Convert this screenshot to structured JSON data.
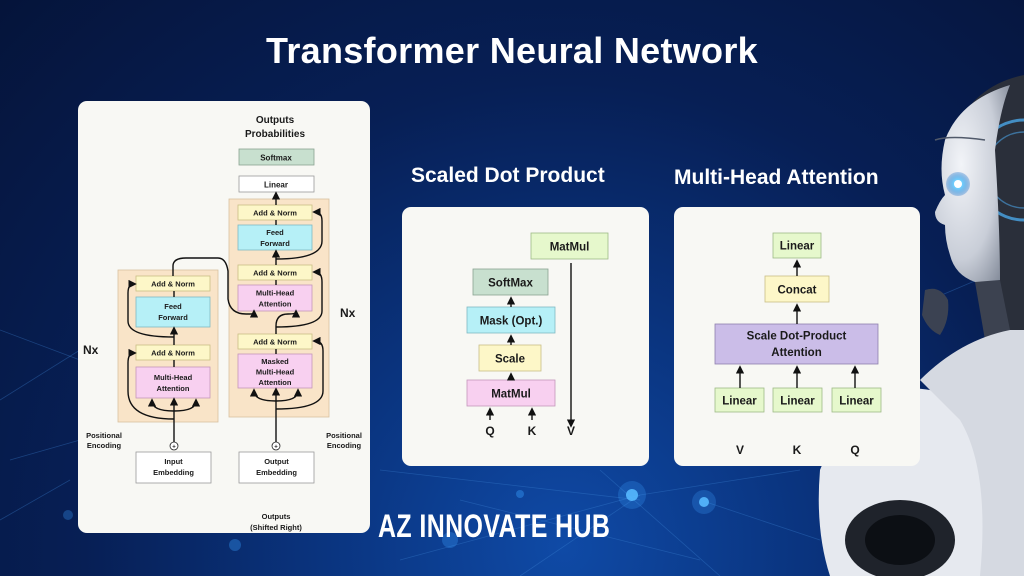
{
  "title": "Transformer Neural Network",
  "brand": "AZ INNOVATE HUB",
  "colors": {
    "background": "#071f55",
    "panel": "#f8f8f4",
    "block_bg": "#f9e4c8",
    "add_norm": "#fdf7c8",
    "feed_forward": "#b6f0f7",
    "attention": "#f8d0f0",
    "softmax": "#c8e0cf",
    "linear_plain": "#ffffff",
    "linear_green": "#e6f8cc",
    "concat": "#fdf7c8",
    "sdpa": "#cbbde8",
    "mask": "#b6f0f7"
  },
  "transformer": {
    "outputs_label": [
      "Outputs",
      "Probabilities"
    ],
    "softmax": "Softmax",
    "linear": "Linear",
    "encoder": {
      "repeat_label": "Nx",
      "add_norm_top": "Add & Norm",
      "feed_forward": [
        "Feed",
        "Forward"
      ],
      "add_norm_bottom": "Add & Norm",
      "attention": [
        "Multi-Head",
        "Attention"
      ]
    },
    "decoder": {
      "repeat_label": "Nx",
      "add_norm_1": "Add & Norm",
      "feed_forward": [
        "Feed",
        "Forward"
      ],
      "add_norm_2": "Add & Norm",
      "attention": [
        "Multi-Head",
        "Attention"
      ],
      "add_norm_3": "Add & Norm",
      "masked_attention": [
        "Masked",
        "Multi-Head",
        "Attention"
      ]
    },
    "positional_encoding_left": [
      "Positional",
      "Encoding"
    ],
    "positional_encoding_right": [
      "Positional",
      "Encoding"
    ],
    "input_embedding": [
      "Input",
      "Embedding"
    ],
    "output_embedding": [
      "Output",
      "Embedding"
    ],
    "outputs_shifted": [
      "Outputs",
      "(Shifted Right)"
    ],
    "plus_symbol": "+"
  },
  "scaled_dot_product": {
    "title": "Scaled Dot Product",
    "matmul_top": "MatMul",
    "softmax": "SoftMax",
    "mask": "Mask (Opt.)",
    "scale": "Scale",
    "matmul_bottom": "MatMul",
    "inputs": [
      "Q",
      "K",
      "V"
    ]
  },
  "multi_head": {
    "title": "Multi-Head Attention",
    "linear_top": "Linear",
    "concat": "Concat",
    "sdpa": [
      "Scale Dot-Product",
      "Attention"
    ],
    "linears": [
      "Linear",
      "Linear",
      "Linear"
    ],
    "inputs": [
      "V",
      "K",
      "Q"
    ]
  }
}
